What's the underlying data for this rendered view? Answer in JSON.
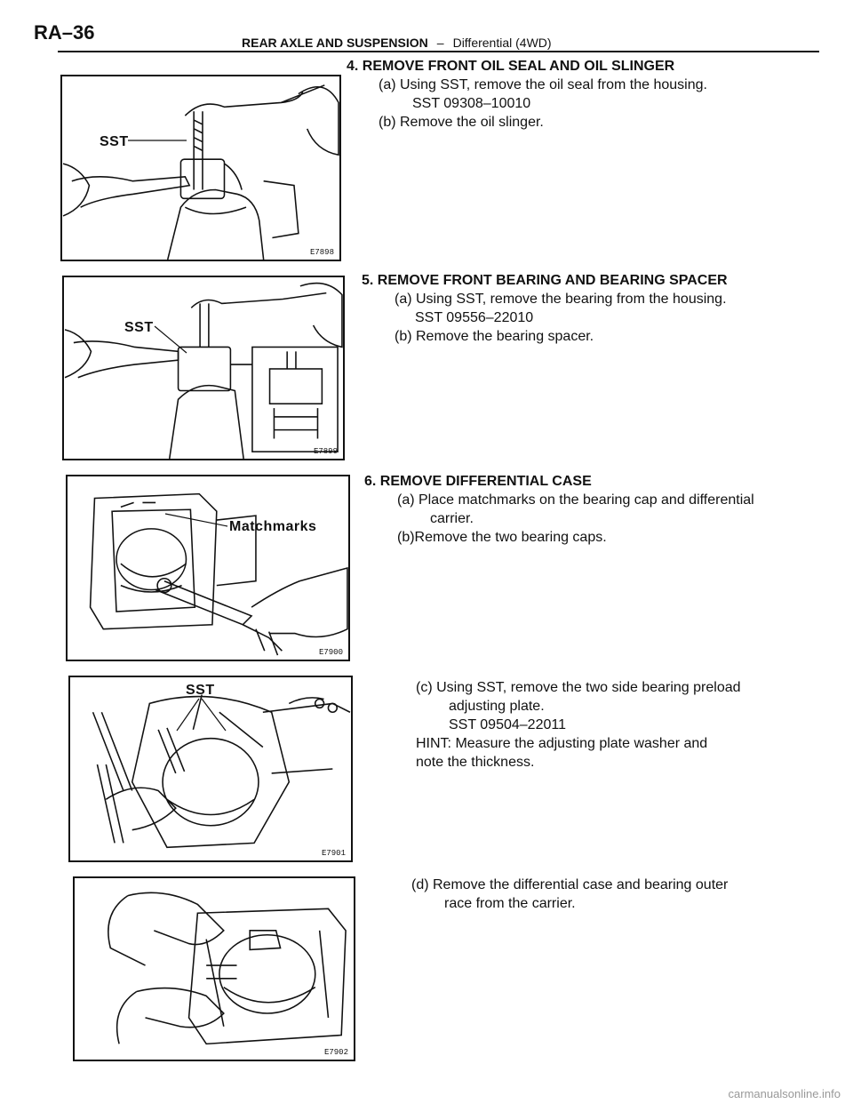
{
  "header": {
    "page_number": "RA–36",
    "section": "REAR AXLE AND SUSPENSION",
    "separator": "–",
    "subsection": "Differential (4WD)"
  },
  "figures": [
    {
      "code": "E7898",
      "label": "SST"
    },
    {
      "code": "E7899",
      "label": "SST"
    },
    {
      "code": "E7900",
      "label": "Matchmarks"
    },
    {
      "code": "E7901",
      "label": "SST"
    },
    {
      "code": "E7902",
      "label": ""
    }
  ],
  "steps": {
    "s4": {
      "heading": "4. REMOVE FRONT OIL SEAL AND OIL SLINGER",
      "a": "(a) Using SST, remove the oil seal from the housing.",
      "a_sst": "SST  09308–10010",
      "b": "(b) Remove the oil slinger."
    },
    "s5": {
      "heading": "5. REMOVE FRONT BEARING AND BEARING SPACER",
      "a": "(a) Using SST, remove the bearing from the housing.",
      "a_sst": "SST  09556–22010",
      "b": "(b) Remove the bearing spacer."
    },
    "s6": {
      "heading": "6. REMOVE DIFFERENTIAL CASE",
      "a1": "(a) Place matchmarks on the bearing cap and differential",
      "a2": "carrier.",
      "b": "(b)Remove the two bearing caps."
    },
    "s6c": {
      "c1": "(c) Using SST, remove the two side bearing preload",
      "c2": "adjusting plate.",
      "c_sst": "SST  09504–22011",
      "hint1": "HINT: Measure the adjusting plate washer and",
      "hint2": "note the thickness."
    },
    "s6d": {
      "d1": "(d) Remove the differential case and bearing outer",
      "d2": "race from the carrier."
    }
  },
  "watermark": "carmanualsonline.info"
}
